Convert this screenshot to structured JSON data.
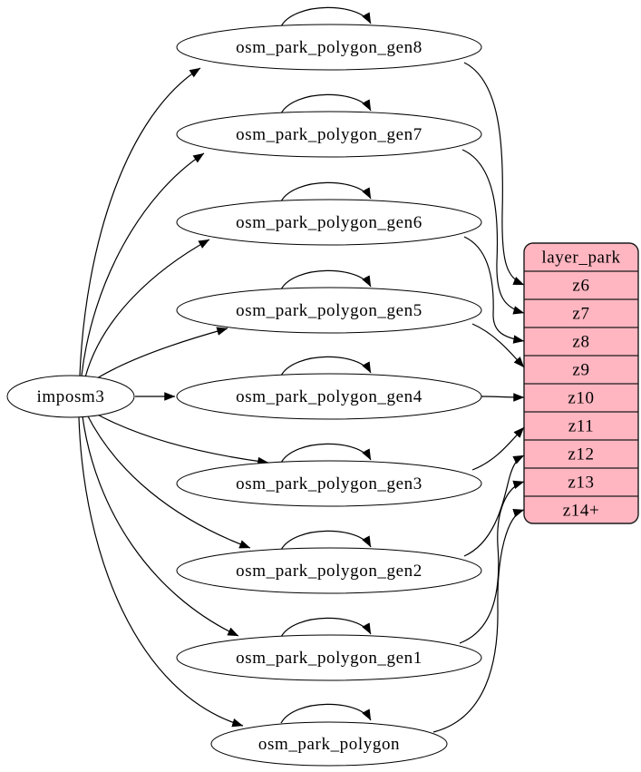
{
  "nodes": {
    "source": {
      "id": "imposm3",
      "label": "imposm3"
    },
    "tables": [
      {
        "id": "gen8",
        "label": "osm_park_polygon_gen8"
      },
      {
        "id": "gen7",
        "label": "osm_park_polygon_gen7"
      },
      {
        "id": "gen6",
        "label": "osm_park_polygon_gen6"
      },
      {
        "id": "gen5",
        "label": "osm_park_polygon_gen5"
      },
      {
        "id": "gen4",
        "label": "osm_park_polygon_gen4"
      },
      {
        "id": "gen3",
        "label": "osm_park_polygon_gen3"
      },
      {
        "id": "gen2",
        "label": "osm_park_polygon_gen2"
      },
      {
        "id": "gen1",
        "label": "osm_park_polygon_gen1"
      },
      {
        "id": "park",
        "label": "osm_park_polygon"
      }
    ]
  },
  "layer_table": {
    "title": "layer_park",
    "rows": [
      "z6",
      "z7",
      "z8",
      "z9",
      "z10",
      "z11",
      "z12",
      "z13",
      "z14+"
    ]
  },
  "edges": {
    "from_source": [
      {
        "from": "imposm3",
        "to": "gen8"
      },
      {
        "from": "imposm3",
        "to": "gen7"
      },
      {
        "from": "imposm3",
        "to": "gen6"
      },
      {
        "from": "imposm3",
        "to": "gen5"
      },
      {
        "from": "imposm3",
        "to": "gen4"
      },
      {
        "from": "imposm3",
        "to": "gen3"
      },
      {
        "from": "imposm3",
        "to": "gen2"
      },
      {
        "from": "imposm3",
        "to": "gen1"
      },
      {
        "from": "imposm3",
        "to": "park"
      }
    ],
    "self_loops": [
      "gen8",
      "gen7",
      "gen6",
      "gen5",
      "gen4",
      "gen3",
      "gen2",
      "gen1",
      "park"
    ],
    "to_rows": [
      {
        "from": "gen8",
        "to": "z6"
      },
      {
        "from": "gen7",
        "to": "z7"
      },
      {
        "from": "gen6",
        "to": "z8"
      },
      {
        "from": "gen5",
        "to": "z9"
      },
      {
        "from": "gen4",
        "to": "z10"
      },
      {
        "from": "gen3",
        "to": "z11"
      },
      {
        "from": "gen2",
        "to": "z12"
      },
      {
        "from": "gen1",
        "to": "z13"
      },
      {
        "from": "park",
        "to": "z14+"
      }
    ]
  },
  "colors": {
    "background": "#ffffff",
    "node_fill": "#ffffff",
    "node_stroke": "#000000",
    "table_fill": "#ffb6c1",
    "table_stroke": "#1a1a1a",
    "edge": "#000000",
    "text": "#000000"
  }
}
